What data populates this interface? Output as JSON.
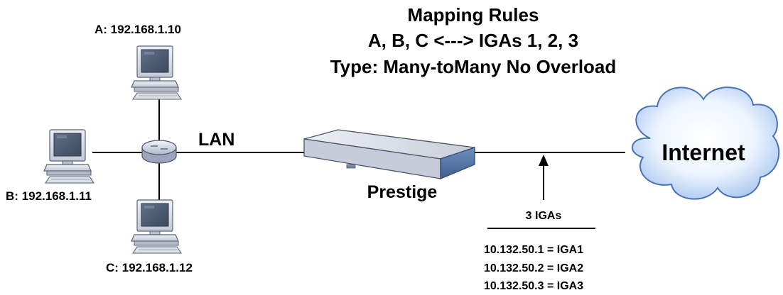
{
  "mapping": {
    "title": "Mapping Rules",
    "rule": "A, B, C <---> IGAs 1, 2, 3",
    "type": "Type: Many-toMany No Overload"
  },
  "hosts": {
    "a": "A: 192.168.1.10",
    "b": "B: 192.168.1.11",
    "c": "C: 192.168.1.12"
  },
  "network": {
    "lan": "LAN",
    "device": "Prestige",
    "internet": "Internet"
  },
  "igas": {
    "header": "3 IGAs",
    "lines": [
      "10.132.50.1 = IGA1",
      "10.132.50.2 = IGA2",
      "10.132.50.3 = IGA3"
    ]
  }
}
